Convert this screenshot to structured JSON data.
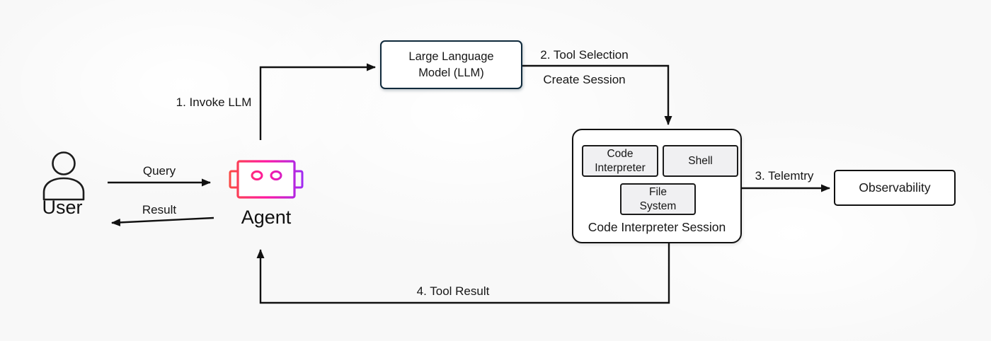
{
  "diagram": {
    "title": "Agent code-interpreter flow diagram",
    "nodes": {
      "user": "User",
      "agent": "Agent",
      "llm": "Large Language Model (LLM)",
      "session_title": "Code Interpreter Session",
      "code_interpreter": "Code Interpreter",
      "shell": "Shell",
      "file_system": "File System",
      "observability": "Observability"
    },
    "edges": {
      "query": "Query",
      "result": "Result",
      "invoke_llm": "1. Invoke LLM",
      "tool_selection": "2. Tool Selection",
      "create_session": "Create Session",
      "telemetry": "3. Telemtry",
      "tool_result": "4. Tool Result"
    },
    "icons": {
      "user": "person-outline-icon",
      "agent": "robot-icon"
    },
    "colors": {
      "line": "#111111",
      "text": "#161616",
      "llm_border": "#102a3c",
      "inner_box_fill": "#f0f0f2",
      "agent_gradient_start": "#fa4b3f",
      "agent_gradient_mid": "#ff17a1",
      "agent_gradient_end": "#9c2bf5",
      "background": "#f8f8f8"
    }
  }
}
